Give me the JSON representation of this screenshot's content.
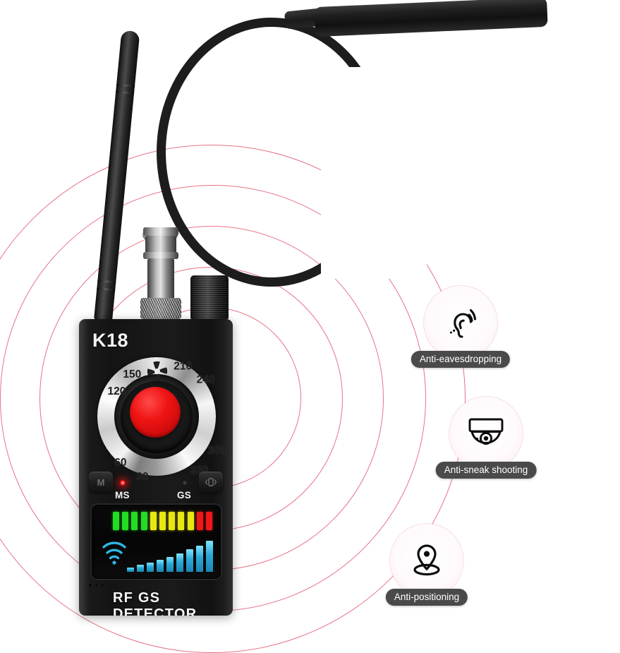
{
  "product": {
    "model_label": "K18",
    "bottom_text": "RF GS DETECTOR",
    "led_labels": {
      "left": "MS",
      "right": "GS"
    },
    "led_states": {
      "left": "on",
      "right": "off"
    },
    "button_icons": {
      "left": "mode-m-icon",
      "right": "vibrate-icon"
    },
    "dial": {
      "numbers": [
        "120",
        "150",
        "210",
        "240",
        "300",
        "330",
        "30",
        "60"
      ],
      "angles_deg": [
        -52,
        -26,
        26,
        52,
        128,
        154,
        206,
        232
      ],
      "center_button_color": "#f01414",
      "ring_color": "#e8e8e8"
    },
    "connectors": {
      "antenna": "rubber-duck-antenna",
      "bnc": "bnc-connector",
      "probe": "gooseneck-probe"
    }
  },
  "lcd": {
    "top_bar": {
      "segments": 11,
      "colors": [
        "#22dd22",
        "#22dd22",
        "#22dd22",
        "#22dd22",
        "#e8e810",
        "#e8e810",
        "#e8e810",
        "#e8e810",
        "#e8e810",
        "#ee1818",
        "#ee1818"
      ]
    },
    "signal_icon": "wifi-icon",
    "signal_bars": {
      "count": 9,
      "heights_pct": [
        14,
        22,
        30,
        38,
        47,
        58,
        72,
        84,
        100
      ],
      "color": "#29a8d8"
    }
  },
  "features": [
    {
      "id": "anti-eavesdropping",
      "label": "Anti-eavesdropping",
      "icon": "ear-listening-icon"
    },
    {
      "id": "anti-sneak-shooting",
      "label": "Anti-sneak shooting",
      "icon": "dome-camera-icon"
    },
    {
      "id": "anti-positioning",
      "label": "Anti-positioning",
      "icon": "map-pin-icon"
    }
  ],
  "decor": {
    "ripple_color": "#d61c3c",
    "ripple_rings": 4,
    "background": "#ffffff"
  }
}
